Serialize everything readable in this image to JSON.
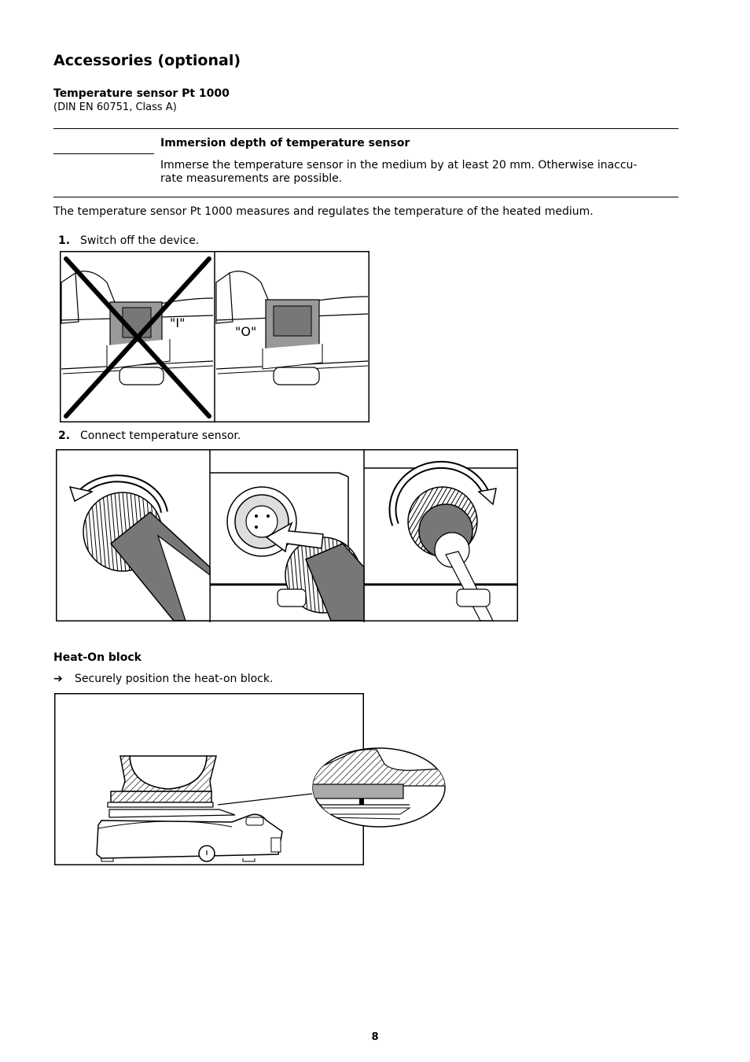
{
  "page_title": "Accessories (optional)",
  "sensor": {
    "heading": "Temperature sensor Pt 1000",
    "standard": "(DIN EN 60751, Class A)"
  },
  "notice": {
    "title": "Immersion depth of temperature sensor",
    "line1": "Immerse the temperature sensor in the medium by at least 20 mm. Otherwise inaccu-",
    "line2": "rate measurements are possible."
  },
  "intro": "The temperature sensor Pt 1000 measures and regulates the temperature of the heated medium.",
  "steps": [
    {
      "num": "1.",
      "text": "Switch off the device."
    },
    {
      "num": "2.",
      "text": "Connect temperature sensor."
    }
  ],
  "switch_labels": {
    "on": "\"I\"",
    "off": "\"O\""
  },
  "heat_on": {
    "heading": "Heat-On block",
    "arrow": "➔",
    "instruction": "Securely position the heat-on block."
  },
  "page_number": "8"
}
